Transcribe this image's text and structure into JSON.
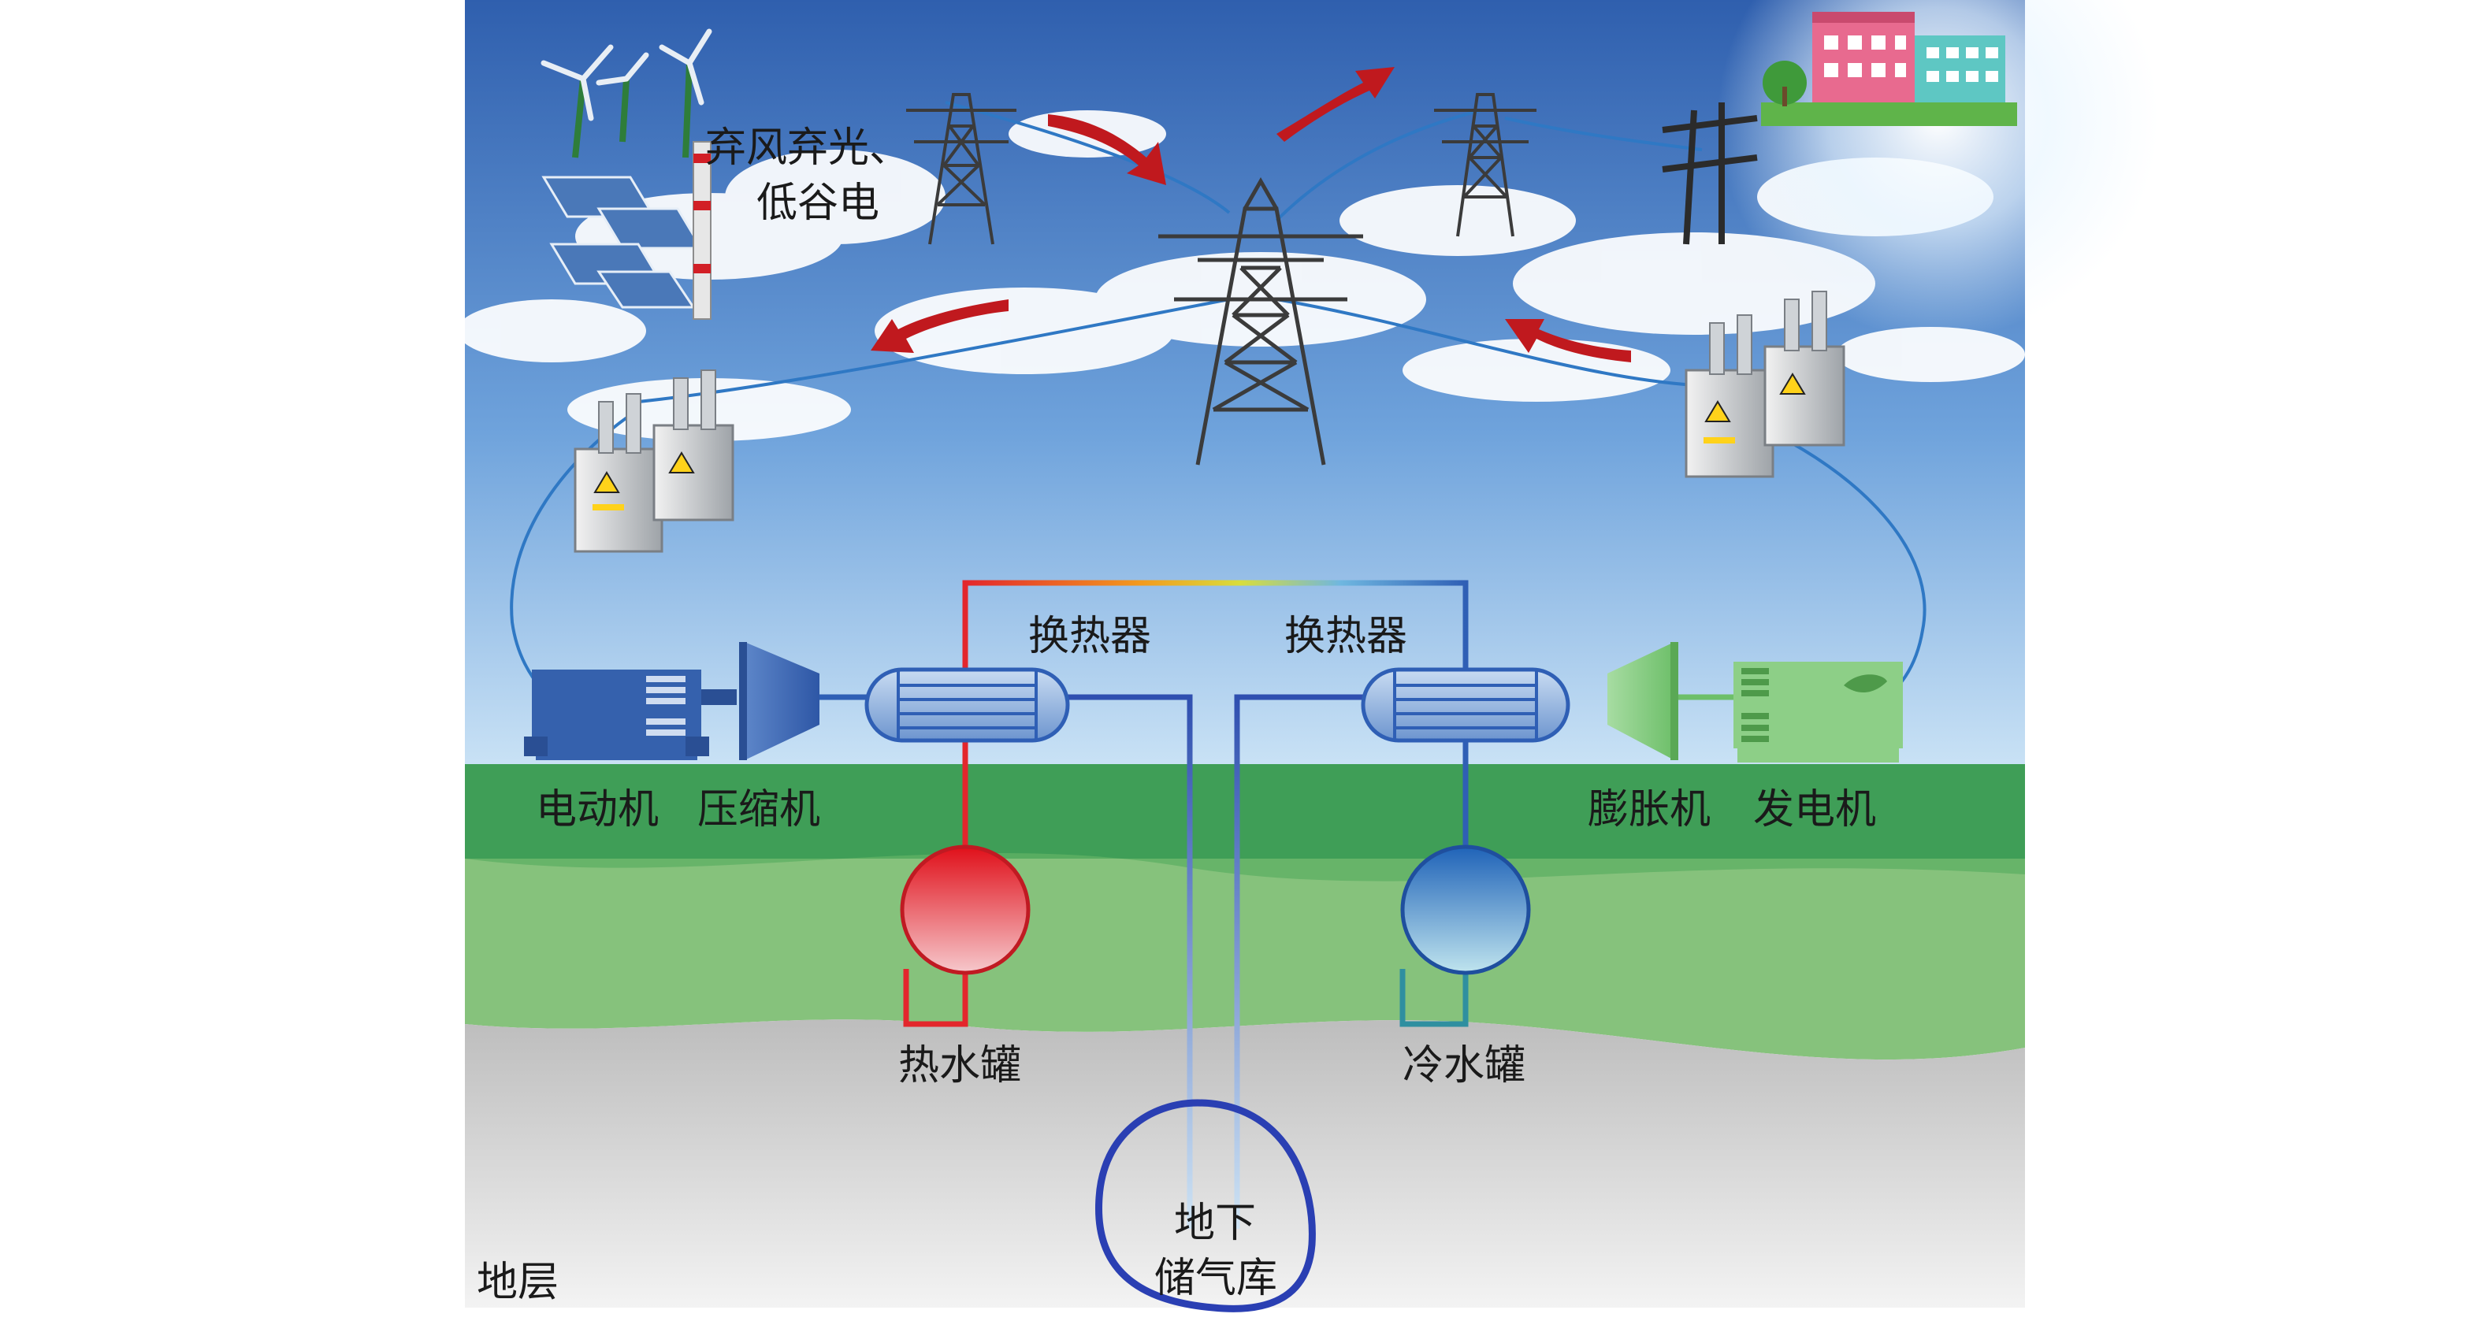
{
  "labels": {
    "source": [
      "弃风弃光、",
      "低谷电"
    ],
    "heat_exchanger_left": "换热器",
    "heat_exchanger_right": "换热器",
    "motor": "电动机",
    "compressor": "压缩机",
    "expander": "膨胀机",
    "generator": "发电机",
    "hot_tank": "热水罐",
    "cold_tank": "冷水罐",
    "storage": [
      "地下",
      "储气库"
    ],
    "stratum": "地层"
  },
  "colors": {
    "sky_top": "#2f5fae",
    "sky_bottom": "#cfe6f7",
    "grass": "#3f9e57",
    "soil": "#86c27c",
    "rock": "#d9d9d9",
    "hot": "#e3262c",
    "cold": "#2f5fb5",
    "cable": "#3b8ed6",
    "arrow": "#c0191e",
    "machine_blue": "#3561ad",
    "machine_green": "#8dcf87"
  }
}
